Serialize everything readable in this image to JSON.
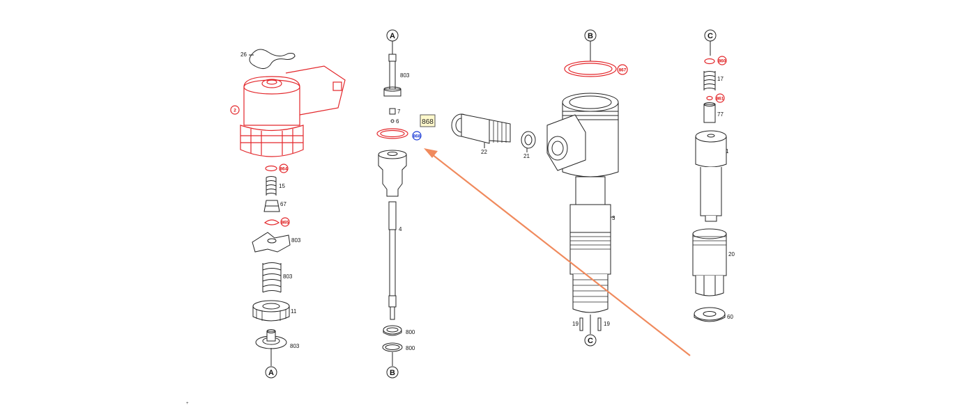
{
  "sections": {
    "a_top": "A",
    "b_top": "B",
    "c_top": "C",
    "a_bottom": "A",
    "b_bottom": "B",
    "c_bottom": "C"
  },
  "part_labels": {
    "p26": "26",
    "p2": "2",
    "p864": "864",
    "p15": "15",
    "p67": "67",
    "p865": "865",
    "p803_left_a": "803",
    "p803_left_b": "803",
    "p11": "11",
    "p803_left_c": "803",
    "p803_mid": "803",
    "p7": "7",
    "p6": "6",
    "p868_circle": "868",
    "p4": "4",
    "p800_a": "800",
    "p800_b": "800",
    "p22": "22",
    "p21": "21",
    "p867": "867",
    "p3": "3",
    "p19_a": "19",
    "p19_b": "19",
    "p860": "860",
    "p17": "17",
    "p861": "861",
    "p77": "77",
    "p1": "1",
    "p20": "20",
    "p60": "60"
  },
  "highlight_tag": "868",
  "colors": {
    "highlight_red": "#e3262a",
    "blue_label": "#1a3ad6",
    "arrow": "#f08a5d",
    "tag_background": "#fff9cc"
  }
}
